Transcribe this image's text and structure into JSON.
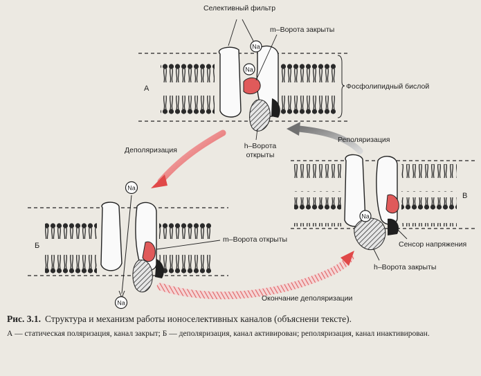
{
  "labels": {
    "selective_filter": "Селективный фильтр",
    "m_gate_closed": "m–Ворота закрыты",
    "phospholipid_bilayer": "Фосфолипидный бислой",
    "depolarization": "Деполяризация",
    "h_gate_open_1": "h–Ворота",
    "h_gate_open_2": "открыты",
    "repolarization": "Реполяризация",
    "m_gate_open": "m–Ворота открыты",
    "voltage_sensor": "Сенсор напряжения",
    "h_gate_closed": "h–Ворота закрыты",
    "end_depolarization": "Окончание деполяризации",
    "state_a": "А",
    "state_b": "Б",
    "state_v": "В",
    "na": "Na"
  },
  "caption": {
    "fig_number": "Рис. 3.1.",
    "title": "Структура и механизм работы ионоселективных каналов (объяснени тексте).",
    "description": "А — статическая поляризация, канал закрыт; Б — деполяризация, канал активирован; реполяризация, канал инактивирован."
  },
  "colors": {
    "background": "#ece9e2",
    "lipid": "#2a2a2a",
    "m_gate": "#e05a5a",
    "arrow": "#e06060",
    "arrow_repol": "#9a9a9a"
  }
}
